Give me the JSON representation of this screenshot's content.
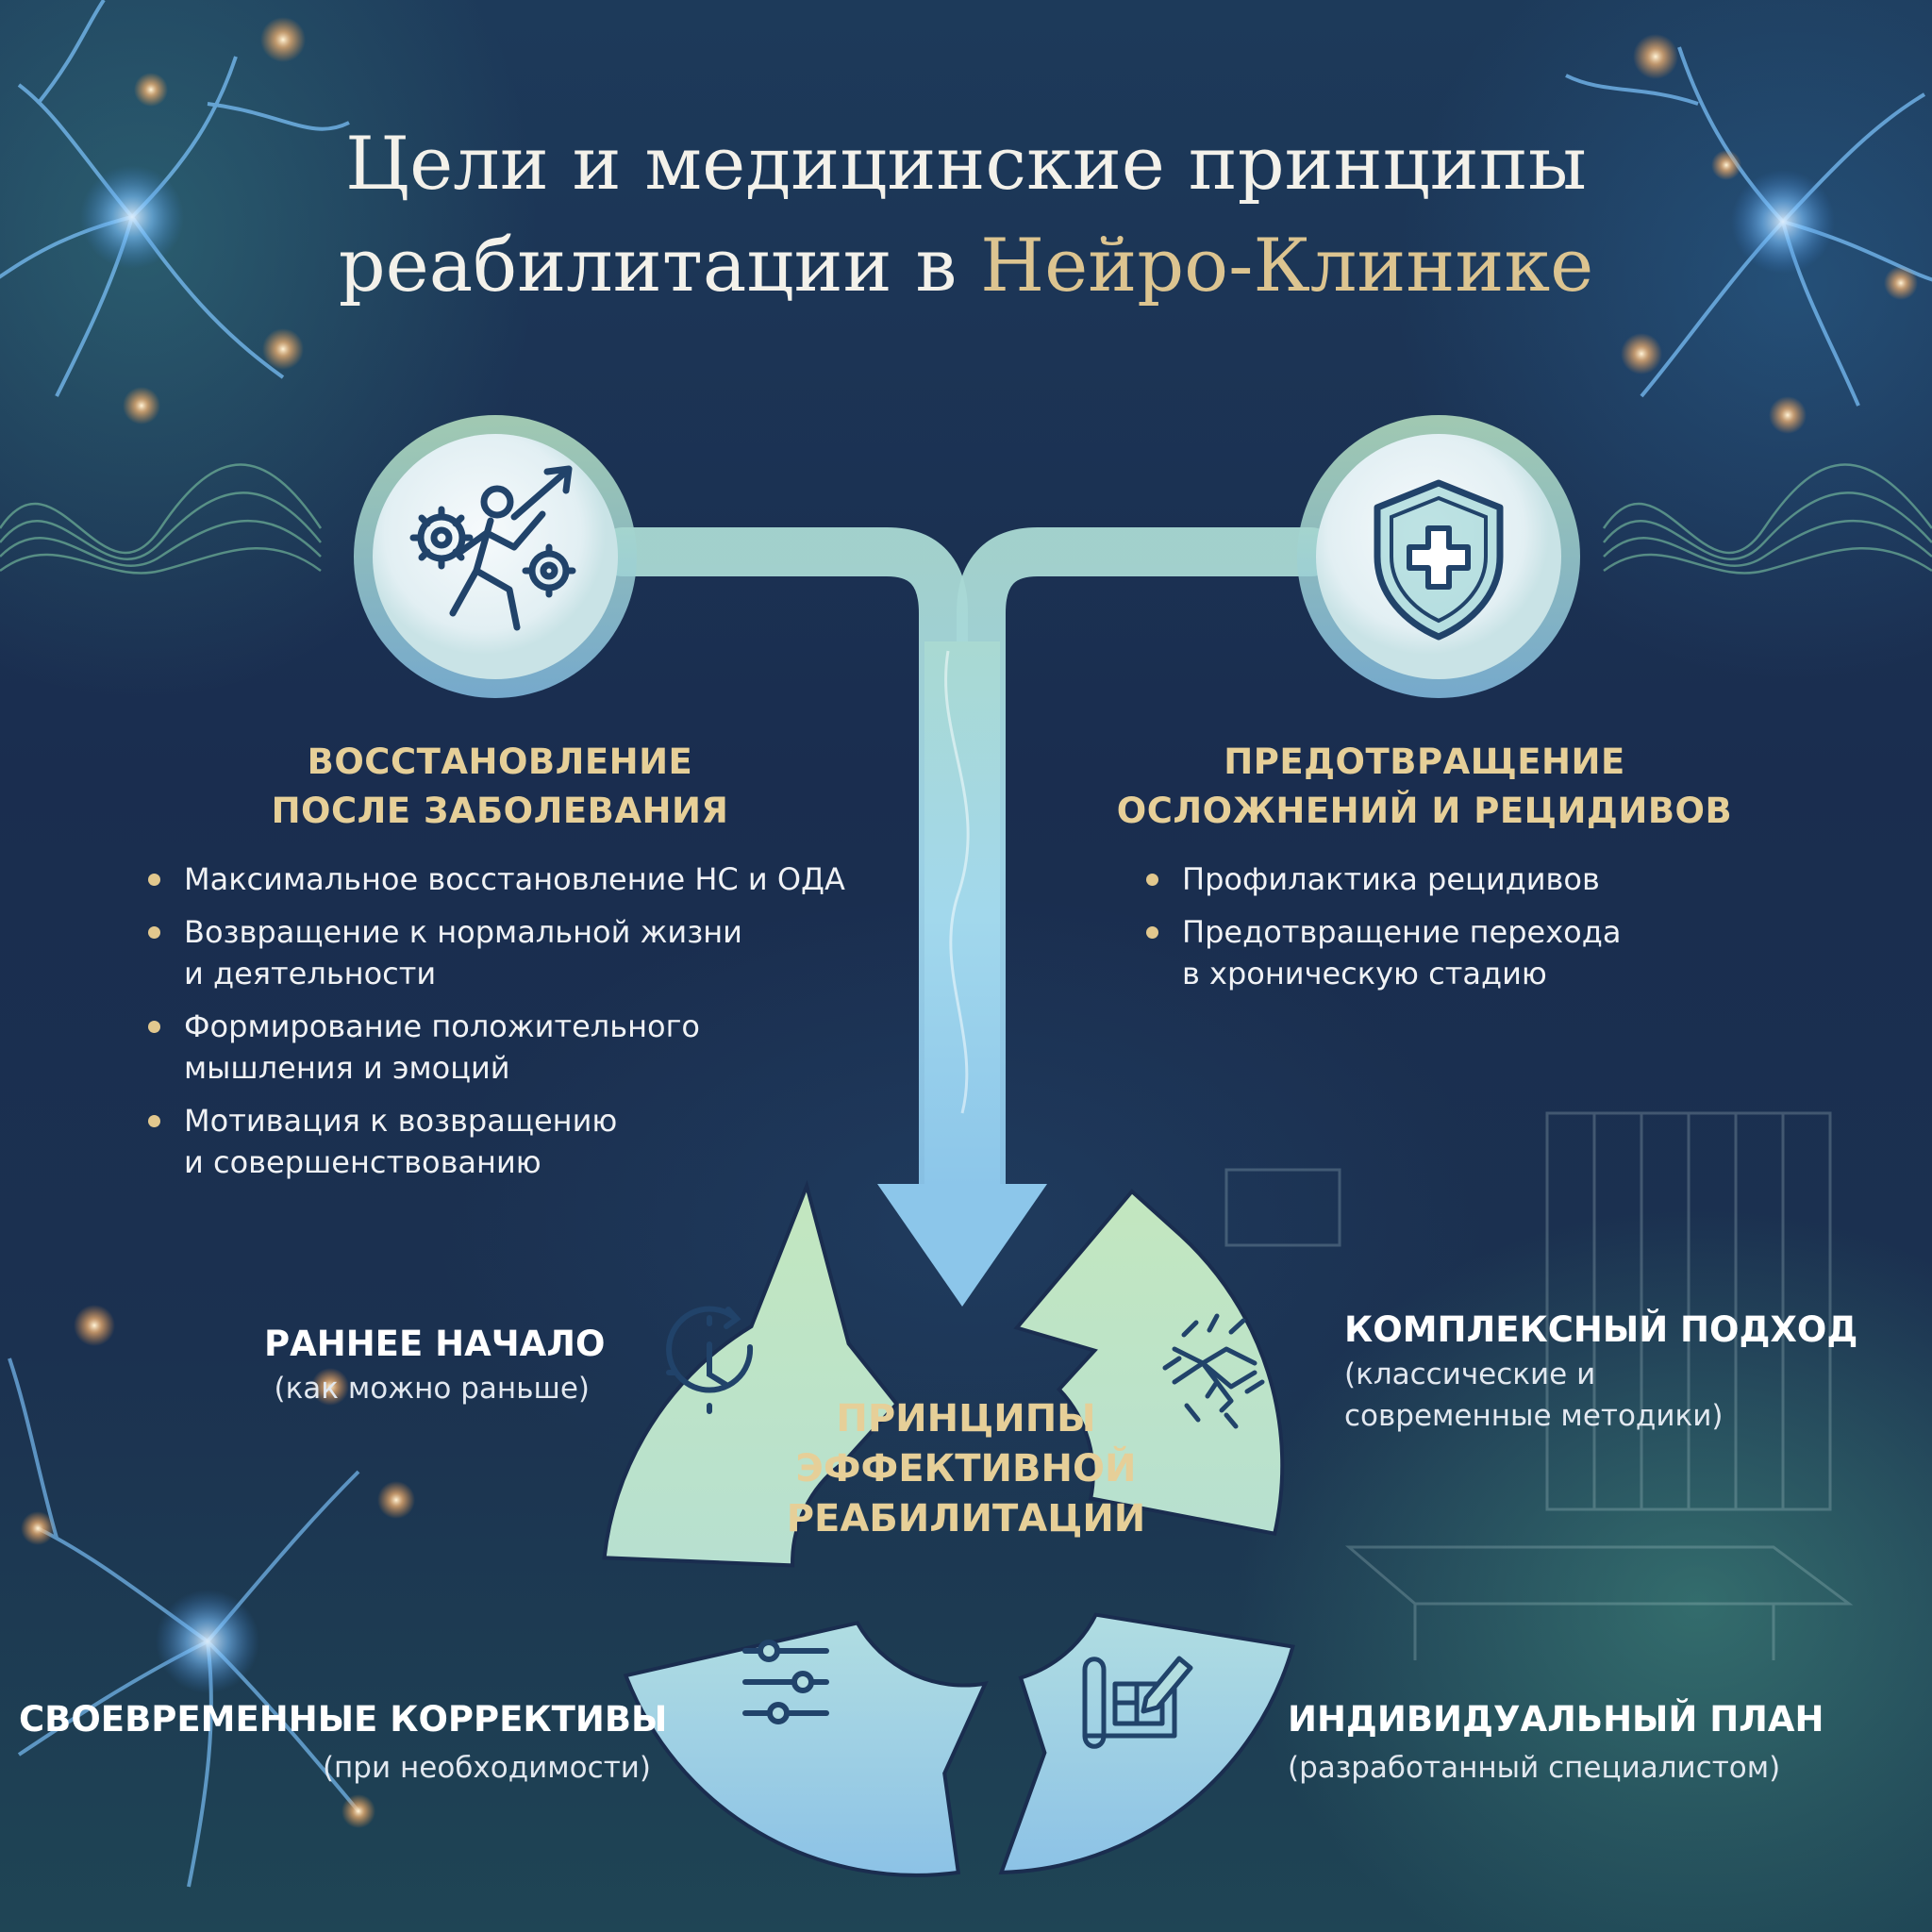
{
  "title": {
    "line1": "Цели и медицинские принципы",
    "line2_prefix": "реабилитации в ",
    "line2_accent": "Нейро-Клинике"
  },
  "goals": [
    {
      "icon": "running-person-gears-icon",
      "heading": [
        "ВОССТАНОВЛЕНИЕ",
        "ПОСЛЕ ЗАБОЛЕВАНИЯ"
      ],
      "bullets": [
        [
          "Максимальное восстановление НС и ОДА"
        ],
        [
          "Возвращение к нормальной жизни",
          "и деятельности"
        ],
        [
          "Формирование положительного",
          "мышления и эмоций"
        ],
        [
          "Мотивация к возвращению",
          "и совершенствованию"
        ]
      ]
    },
    {
      "icon": "shield-cross-icon",
      "heading": [
        "ПРЕДОТВРАЩЕНИЕ",
        "ОСЛОЖНЕНИЙ И РЕЦИДИВОВ"
      ],
      "bullets": [
        [
          "Профилактика рецидивов"
        ],
        [
          "Предотвращение перехода",
          "в хроническую стадию"
        ]
      ]
    }
  ],
  "center": [
    "ПРИНЦИПЫ",
    "ЭФФЕКТИВНОЙ",
    "РЕАБИЛИТАЦИИ"
  ],
  "principles": [
    {
      "id": "early-start",
      "icon": "clock-icon",
      "title": "РАННЕЕ НАЧАЛО",
      "sub": [
        "(как можно раньше)"
      ]
    },
    {
      "id": "complex-approach",
      "icon": "handshake-icon",
      "title": "КОМПЛЕКСНЫЙ ПОДХОД",
      "sub": [
        "(классические и",
        "современные методики)"
      ]
    },
    {
      "id": "individual-plan",
      "icon": "blueprint-pencil-icon",
      "title": "ИНДИВИДУАЛЬНЫЙ ПЛАН",
      "sub": [
        "(разработанный специалистом)"
      ]
    },
    {
      "id": "timely-corrections",
      "icon": "sliders-icon",
      "title": "СВОЕВРЕМЕННЫЕ КОРРЕКТИВЫ",
      "sub": [
        "(при необходимости)"
      ]
    }
  ],
  "colors": {
    "accent_gold": "#e6cf98",
    "background": "#1a2d4f",
    "ring_green": "#bfe3bd",
    "ring_blue": "#8ec4e3",
    "icon_navy": "#21436a"
  }
}
